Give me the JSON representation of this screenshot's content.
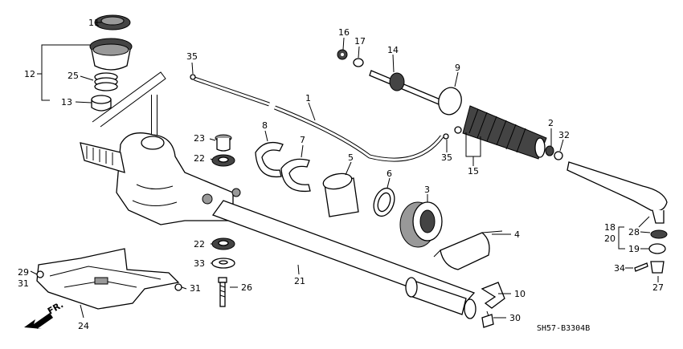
{
  "diagram": {
    "code": "SH57-B3304B",
    "direction_label": "FR.",
    "labels": [
      "11",
      "12",
      "25",
      "13",
      "35",
      "16",
      "17",
      "14",
      "9",
      "1",
      "8",
      "7",
      "23",
      "22",
      "5",
      "6",
      "3",
      "2",
      "32",
      "35",
      "15",
      "4",
      "18",
      "20",
      "28",
      "19",
      "34",
      "27",
      "22",
      "33",
      "21",
      "26",
      "29",
      "31",
      "31",
      "24",
      "10",
      "30"
    ]
  }
}
